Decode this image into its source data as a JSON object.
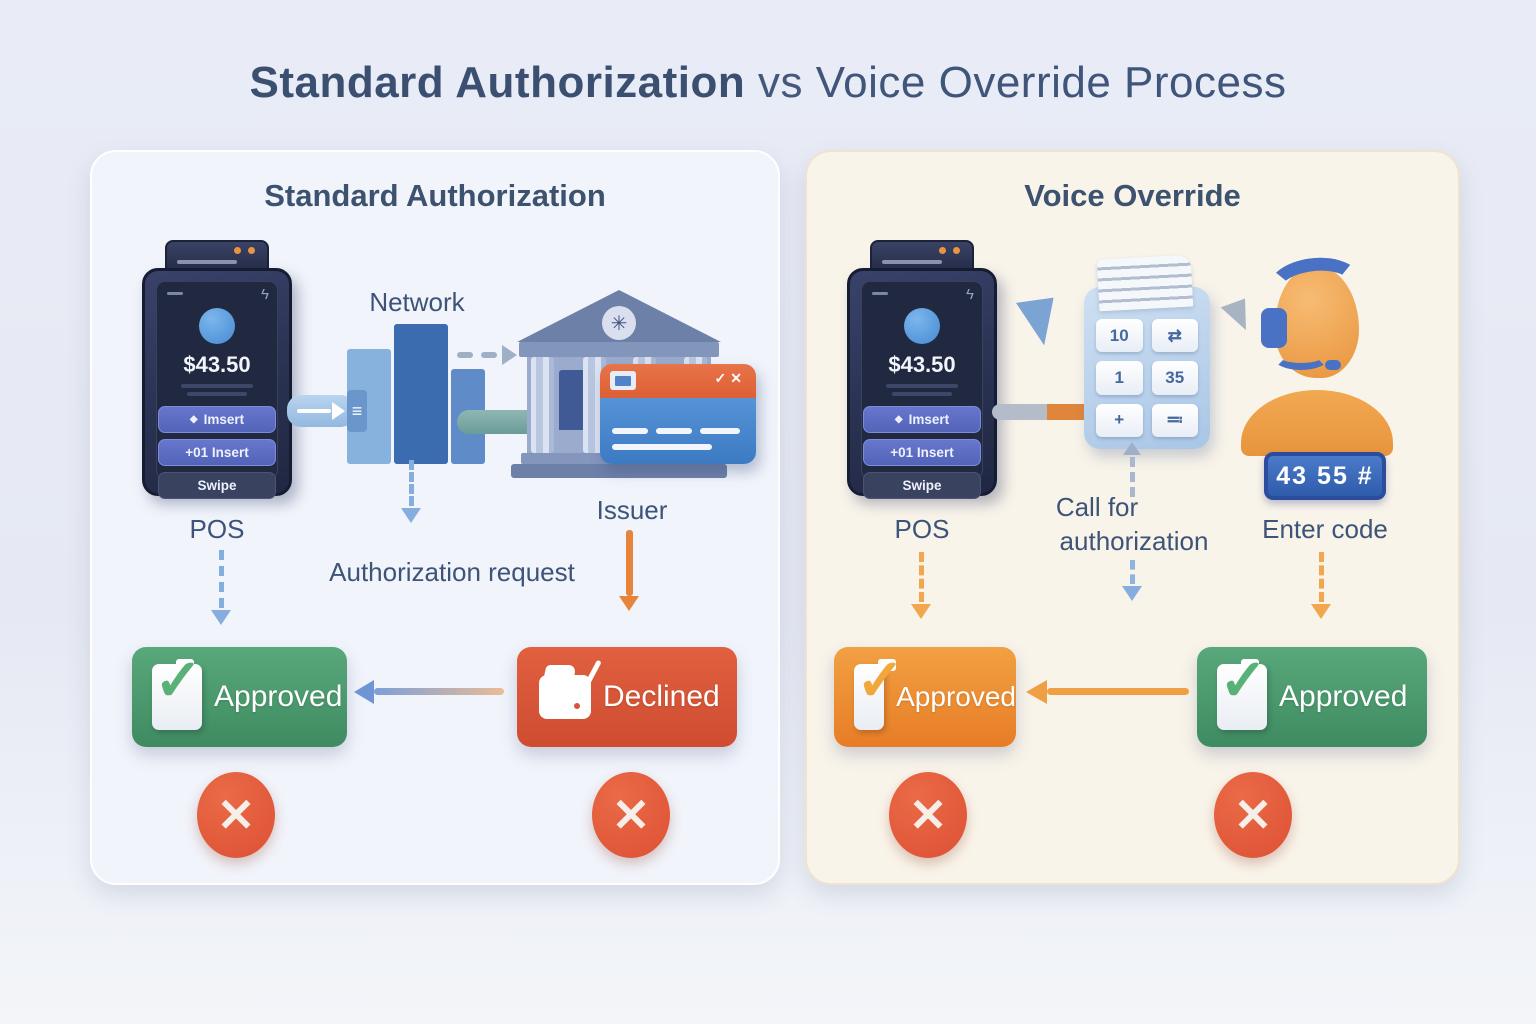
{
  "title": {
    "part1": "Standard Authorization",
    "vs": "vs",
    "part2": "Voice Override Process"
  },
  "left_panel": {
    "heading": "Standard Authorization",
    "pos": {
      "amount": "$43.50",
      "insert_button": "Imsert",
      "insert2_button": "+01 Insert",
      "swipe_button": "Swipe",
      "label": "POS"
    },
    "network_label": "Network",
    "issuer_label": "Issuer",
    "authorization_request_label": "Authorization request",
    "approved": {
      "label": "Approved"
    },
    "declined": {
      "label": "Declined"
    }
  },
  "right_panel": {
    "heading": "Voice Override",
    "pos": {
      "amount": "$43.50",
      "insert_button": "Imsert",
      "insert2_button": "+01 Insert",
      "swipe_button": "Swipe",
      "label": "POS"
    },
    "calculator_keys": [
      "10",
      "⇄",
      "1",
      "35",
      "+",
      "≕"
    ],
    "call_for_authorization": {
      "line1": "Call for",
      "line2": "authorization"
    },
    "code_display": "43 55 #",
    "enter_code_label": "Enter code",
    "approved_merchant": {
      "label": "Approved"
    },
    "approved_operator": {
      "label": "Approved"
    }
  },
  "icons": {
    "check": "✓",
    "cross": "✕",
    "diamond": "◆",
    "menu": "≡",
    "emblem": "✳",
    "contactless": "ϟ"
  },
  "colors": {
    "heading": "#3c526f",
    "approved_green": "#4a9a6c",
    "declined_red": "#d9533a",
    "override_orange": "#ee8c33",
    "accent_blue": "#5b9bd5",
    "error_badge": "#e0583a"
  }
}
